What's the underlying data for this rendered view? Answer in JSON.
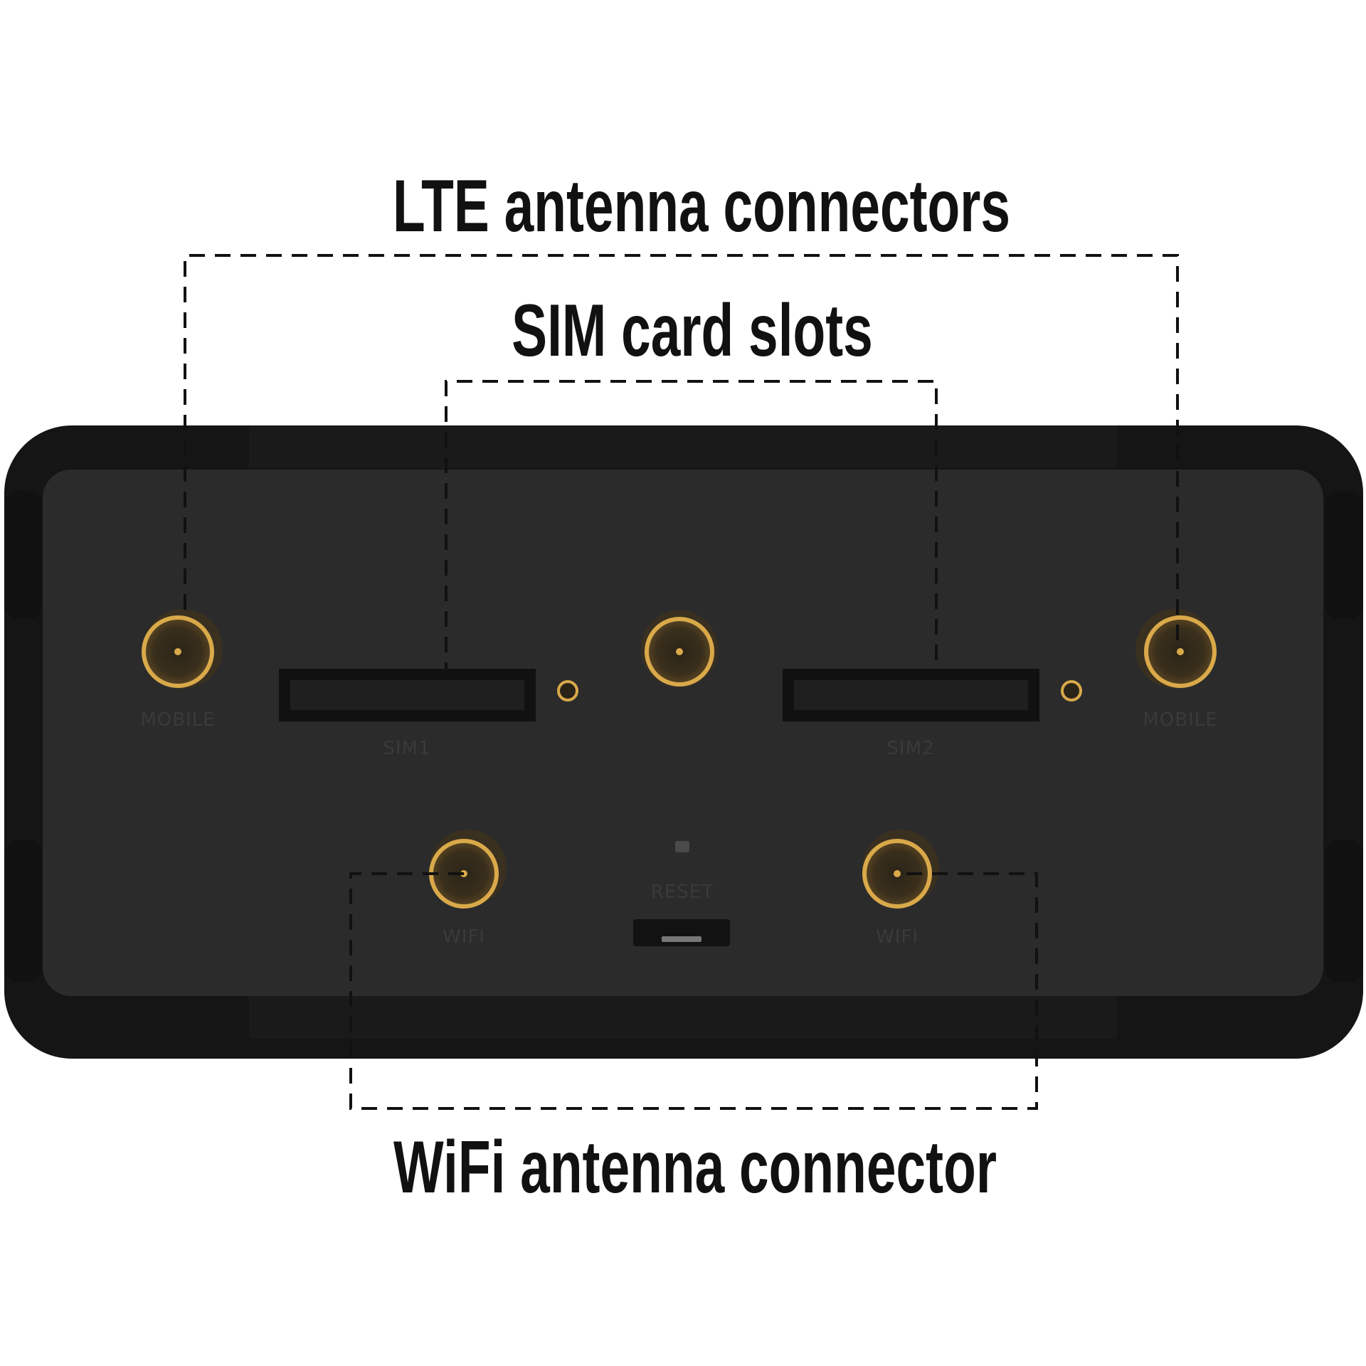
{
  "callouts": {
    "lte": "LTE antenna connectors",
    "sim": "SIM card slots",
    "wifi": "WiFi antenna connector"
  },
  "device_labels": {
    "mobile_left": "MOBILE",
    "mobile_right": "MOBILE",
    "sim1": "SIM1",
    "sim2": "SIM2",
    "reset": "RESET",
    "wifi_left": "WIFI",
    "wifi_right": "WIFI"
  },
  "colors": {
    "body": "#1c1c1c",
    "panel": "#2b2b2b",
    "connector": "#d9a94a"
  }
}
